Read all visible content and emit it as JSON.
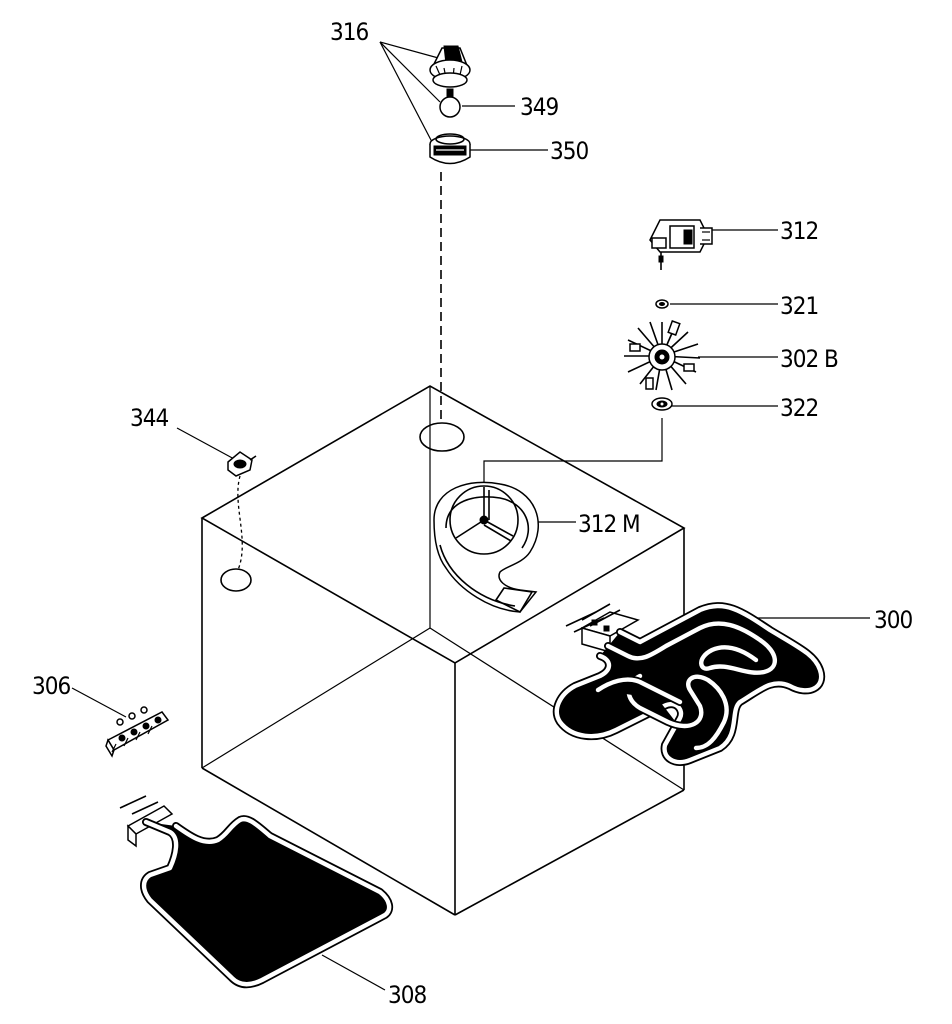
{
  "diagram": {
    "labels": {
      "p316": "316",
      "p349": "349",
      "p350": "350",
      "p312": "312",
      "p321": "321",
      "p302b": "302 B",
      "p322": "322",
      "p344": "344",
      "p312m": "312 M",
      "p300": "300",
      "p306": "306",
      "p308": "308"
    }
  }
}
